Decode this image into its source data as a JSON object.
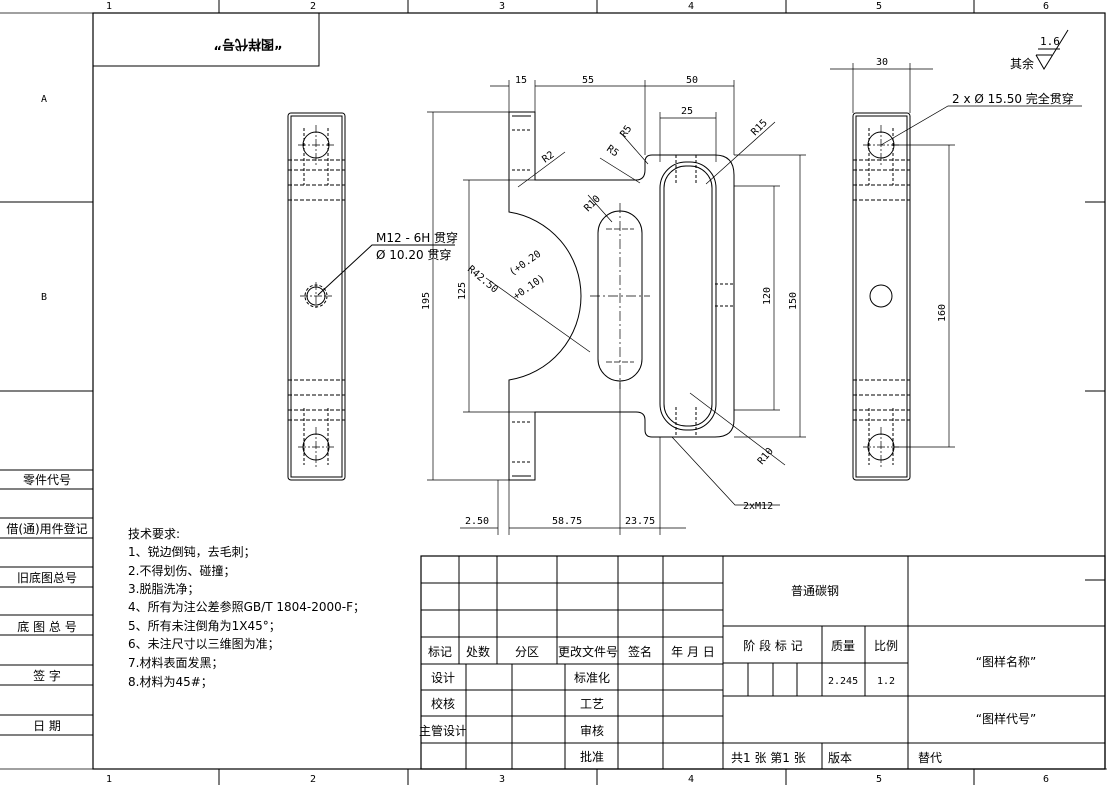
{
  "frame": {
    "col_numbers": [
      "1",
      "2",
      "3",
      "4",
      "5",
      "6"
    ],
    "row_letters": [
      "A",
      "B"
    ]
  },
  "mirrored_code_box": "“图样代号”",
  "left_column": [
    "零件代号",
    "借(通)用件登记",
    "旧底图总号",
    "底 图 总 号",
    "签    字",
    "日    期"
  ],
  "roughness": {
    "value": "1.6",
    "label": "其余"
  },
  "callouts": {
    "thread": "M12 - 6H 贯穿",
    "thread_drill": "Ø 10.20 贯穿",
    "holes": "2 x Ø 15.50 完全贯穿",
    "m12": "2xM12",
    "radius": "R42.50",
    "tol_plus": "(+0.20",
    "tol_minus": "+0.10)"
  },
  "dimensions": {
    "d15": "15",
    "d55": "55",
    "d50": "50",
    "d25": "25",
    "d30": "30",
    "r2": "R2",
    "r5a": "R5",
    "r5b": "R5",
    "r15": "R15",
    "r10a": "R10",
    "r10b": "R10",
    "d195": "195",
    "d125": "125",
    "d120": "120",
    "d150": "150",
    "d160": "160",
    "d250": "2.50",
    "d5875": "58.75",
    "d2375": "23.75"
  },
  "tech_req": {
    "title": "技术要求:",
    "items": [
      "1、锐边倒钝，去毛刺；",
      "2.不得划伤、碰撞；",
      "3.脱脂洗净；",
      "4、所有为注公差参照GB/T 1804-2000-F；",
      "5、所有未注倒角为1X45°；",
      "6、未注尺寸以三维图为准；",
      "7.材料表面发黑；",
      "8.材料为45#；"
    ]
  },
  "title_block": {
    "rev_headers": [
      "标记",
      "处数",
      "分区",
      "更改文件号",
      "签名",
      "年 月 日"
    ],
    "roles": [
      "设计",
      "校核",
      "主管设计"
    ],
    "roles2": [
      "标准化",
      "工艺",
      "审核",
      "批准"
    ],
    "material": "普通碳钢",
    "stage_label": "阶 段 标 记",
    "mass_label": "质量",
    "scale_label": "比例",
    "mass": "2.245",
    "scale": "1.2",
    "drawing_name": "“图样名称”",
    "drawing_code": "“图样代号”",
    "sheets": "共1 张  第1 张",
    "version": "版本",
    "replaces": "替代"
  }
}
